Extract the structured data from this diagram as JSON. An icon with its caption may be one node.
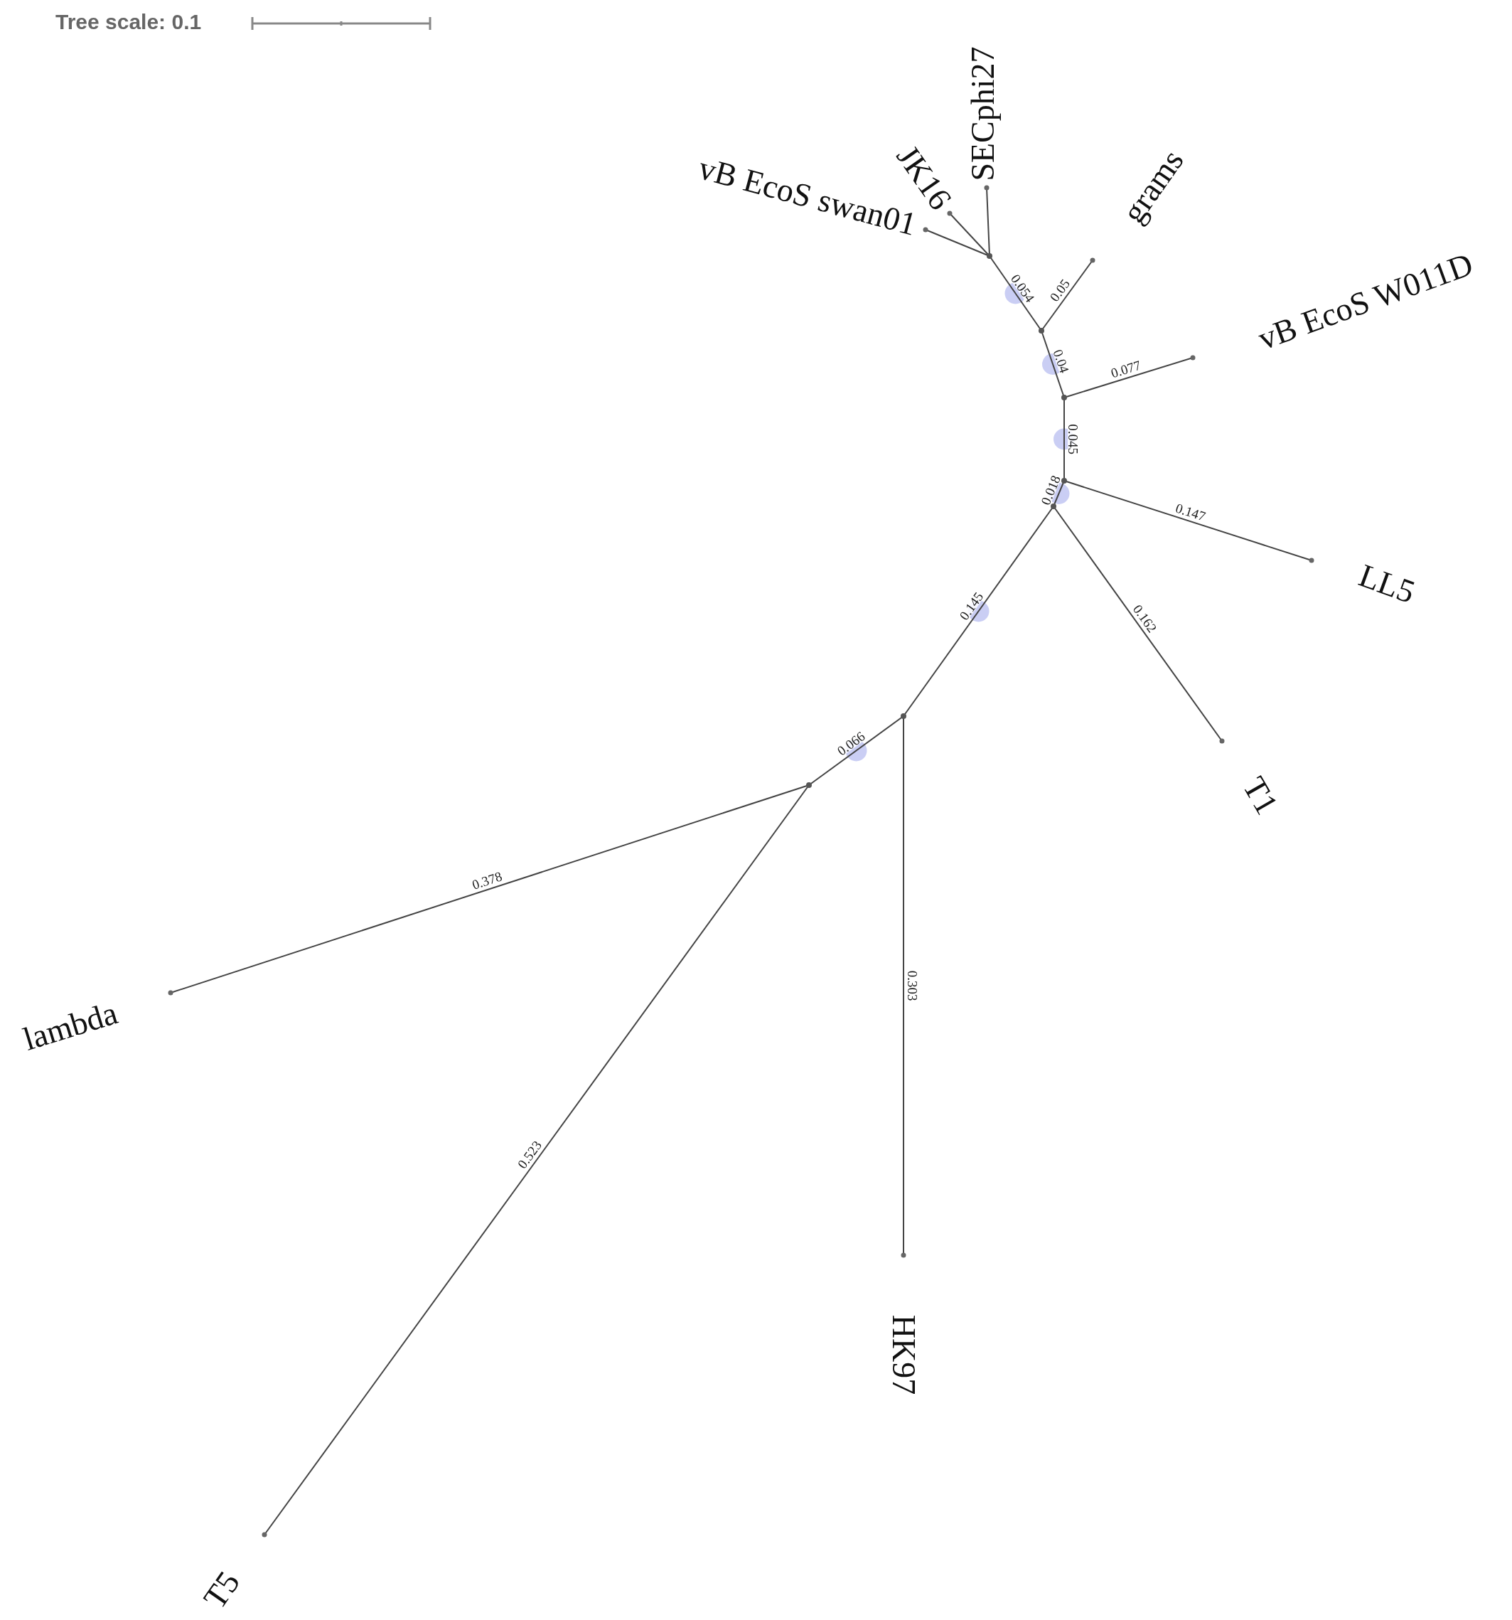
{
  "diagram": {
    "nodes": [
      {
        "text": [
          "vB EcoS swan01"
        ]
      },
      {
        "text": [
          "JK16"
        ]
      },
      {
        "text": [
          "SECphi27"
        ]
      },
      {
        "text": [
          "grams"
        ]
      },
      {
        "text": [
          "vB EcoS W011D"
        ]
      },
      {
        "text": [
          "LL5"
        ]
      },
      {
        "text": [
          "T1"
        ]
      },
      {
        "text": [
          "HK97"
        ]
      },
      {
        "text": [
          "lambda"
        ]
      },
      {
        "text": [
          "T5"
        ]
      },
      {
        "text": [],
        "shape": "circle"
      },
      {
        "text": [],
        "shape": "circle"
      },
      {
        "text": [],
        "shape": "circle"
      },
      {
        "text": [],
        "shape": "circle"
      },
      {
        "text": [],
        "shape": "circle"
      },
      {
        "text": [],
        "shape": "circle"
      },
      {
        "text": [],
        "shape": "circle"
      }
    ],
    "edges": [
      {
        "from": 10,
        "to": 0,
        "arrow": "none"
      },
      {
        "from": 10,
        "to": 1,
        "arrow": "none"
      },
      {
        "from": 10,
        "to": 2,
        "arrow": "none"
      },
      {
        "from": 10,
        "to": 11,
        "label": "0.054",
        "arrow": "none"
      },
      {
        "from": 11,
        "to": 3,
        "label": "0.05",
        "arrow": "none"
      },
      {
        "from": 11,
        "to": 12,
        "label": "0.04",
        "arrow": "none"
      },
      {
        "from": 12,
        "to": 4,
        "label": "0.077",
        "arrow": "none"
      },
      {
        "from": 12,
        "to": 13,
        "label": "0.045",
        "arrow": "none"
      },
      {
        "from": 13,
        "to": 5,
        "label": "0.147",
        "arrow": "none"
      },
      {
        "from": 13,
        "to": 14,
        "label": "0.018",
        "arrow": "none"
      },
      {
        "from": 14,
        "to": 6,
        "label": "0.162",
        "arrow": "none"
      },
      {
        "from": 14,
        "to": 15,
        "label": "0.145",
        "arrow": "none"
      },
      {
        "from": 15,
        "to": 7,
        "label": "0.303",
        "arrow": "none"
      },
      {
        "from": 15,
        "to": 16,
        "label": "0.066",
        "arrow": "none"
      },
      {
        "from": 16,
        "to": 8,
        "label": "0.378",
        "arrow": "none"
      },
      {
        "from": 16,
        "to": 9,
        "label": "0.523",
        "arrow": "none"
      }
    ],
    "labels": [
      "Tree scale: 0.1"
    ]
  }
}
